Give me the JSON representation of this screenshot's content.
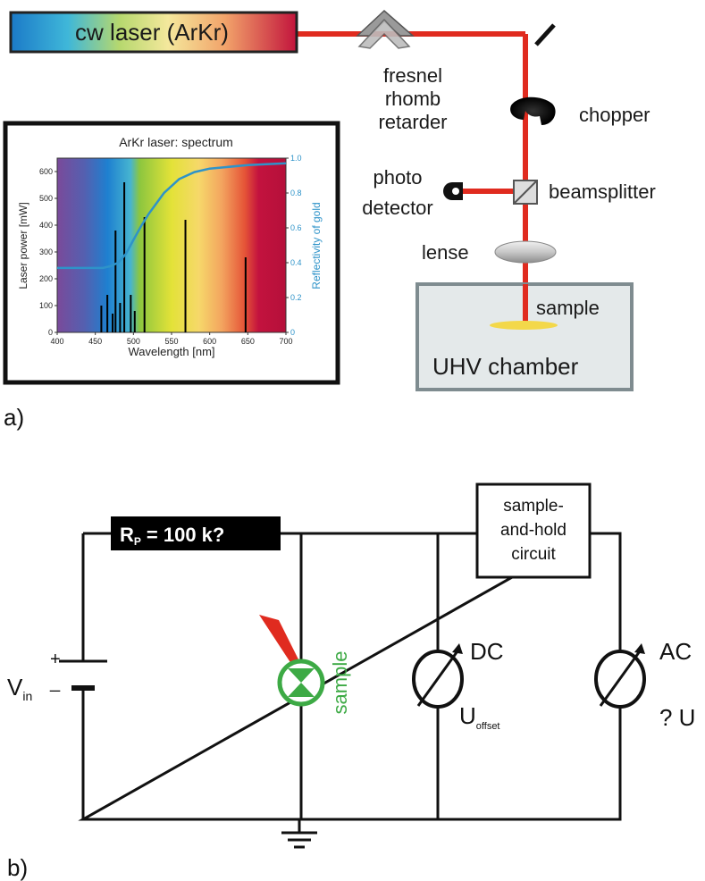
{
  "panel_a": {
    "label": "a)",
    "laser_label": "cw laser (ArKr)",
    "retarder_label": [
      "fresnel",
      "rhomb",
      "retarder"
    ],
    "chopper_label": "chopper",
    "beamsplitter_label": "beamsplitter",
    "photodetector_label": [
      "photo",
      "detector"
    ],
    "lense_label": "lense",
    "sample_label": "sample",
    "chamber_label": "UHV chamber"
  },
  "panel_b": {
    "label": "b)",
    "resistor_label": "R",
    "resistor_sub": "P",
    "resistor_value": "= 100 k?",
    "sample_hold_label": [
      "sample-",
      "and-hold",
      "circuit"
    ],
    "vin_label": "V",
    "vin_sub": "in",
    "plus": "+",
    "minus": "_",
    "sample_label": "sample",
    "dc_label": "DC",
    "uoffset_label": "U",
    "uoffset_sub": "offset",
    "ac_label": "AC",
    "du_label": "? U"
  },
  "colors": {
    "beam": "#e02b1f",
    "sample_green": "#3daa45",
    "reflectivity_curve": "#2e93c9",
    "chamber_fill": "#e4e9ea",
    "chamber_border": "#7f8c90"
  },
  "chart_data": {
    "type": "bar",
    "title": "ArKr laser: spectrum",
    "xlabel": "Wavelength [nm]",
    "ylabel": "Laser power [mW]",
    "y2label": "Reflectivity of gold",
    "xlim": [
      400,
      700
    ],
    "ylim": [
      0,
      650
    ],
    "y2lim": [
      0,
      1.0
    ],
    "xticks": [
      400,
      450,
      500,
      550,
      600,
      650,
      700
    ],
    "yticks": [
      0,
      100,
      200,
      300,
      400,
      500,
      600
    ],
    "y2ticks": [
      0,
      0.2,
      0.4,
      0.6,
      0.8,
      1.0
    ],
    "x_tick_labels": [
      "400",
      "450",
      "500",
      "550",
      "600",
      "650",
      "700"
    ],
    "y_tick_labels": [
      "0",
      "100",
      "200",
      "300",
      "400",
      "500",
      "600"
    ],
    "y2_tick_labels": [
      "0",
      "0.2",
      "0.4",
      "0.6",
      "0.8",
      "1.0"
    ],
    "lines": [
      {
        "x": 457.9,
        "y": 100
      },
      {
        "x": 465.8,
        "y": 140
      },
      {
        "x": 472.7,
        "y": 70
      },
      {
        "x": 476.5,
        "y": 380
      },
      {
        "x": 482.5,
        "y": 110
      },
      {
        "x": 488.0,
        "y": 560
      },
      {
        "x": 496.5,
        "y": 140
      },
      {
        "x": 501.7,
        "y": 80
      },
      {
        "x": 514.5,
        "y": 430
      },
      {
        "x": 568.2,
        "y": 420
      },
      {
        "x": 647.1,
        "y": 280
      }
    ],
    "reflectivity": {
      "x": [
        400,
        420,
        440,
        460,
        470,
        480,
        490,
        500,
        510,
        520,
        540,
        560,
        580,
        600,
        650,
        700
      ],
      "y": [
        0.37,
        0.37,
        0.37,
        0.37,
        0.38,
        0.4,
        0.45,
        0.53,
        0.61,
        0.68,
        0.8,
        0.88,
        0.92,
        0.94,
        0.96,
        0.97
      ]
    }
  }
}
